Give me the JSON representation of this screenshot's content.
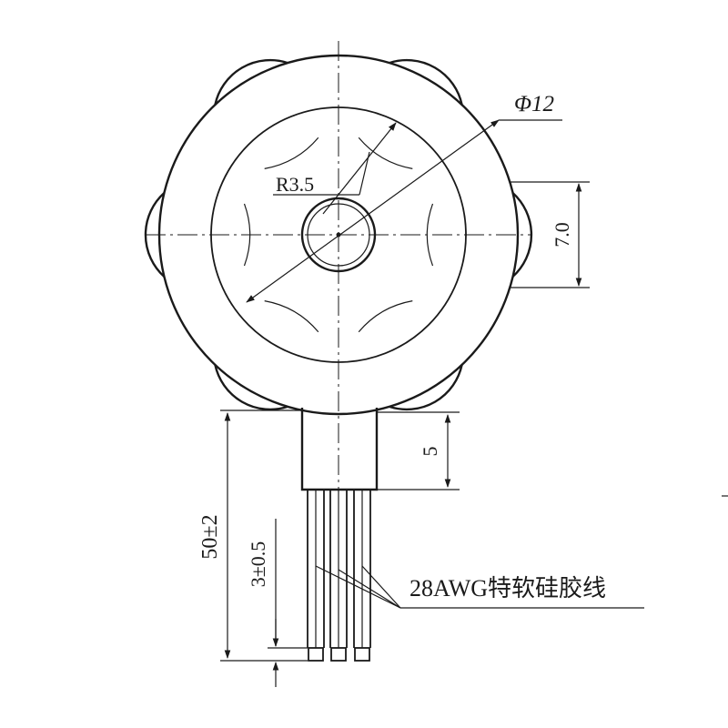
{
  "dimensions": {
    "diameter": "Φ12",
    "radius": "R3.5",
    "height": "7.0",
    "neck_length": "5",
    "lead_length": "50±2",
    "strip_length": "3±0.5"
  },
  "wire_note": "28AWG特软硅胶线",
  "colors": {
    "line": "#1a1a1a",
    "background": "#ffffff"
  }
}
